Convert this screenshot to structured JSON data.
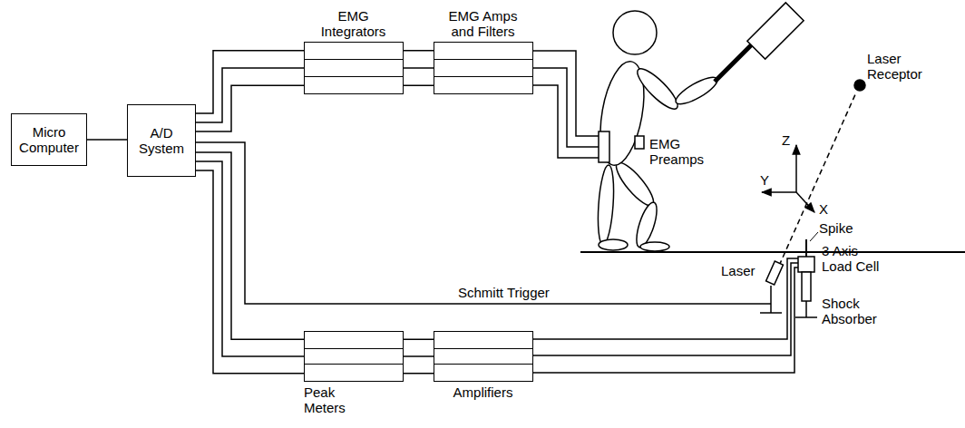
{
  "diagram": {
    "nodes": [
      {
        "text": [
          "Micro Computer"
        ]
      },
      {
        "text": [
          "A/D System"
        ]
      },
      {
        "text": [
          "EMG Integrators"
        ]
      },
      {
        "text": [
          "EMG Amps and Filters"
        ]
      },
      {
        "text": [
          "Peak Meters"
        ]
      },
      {
        "text": [
          "Amplifiers"
        ]
      }
    ],
    "edges": [
      {
        "from": 0,
        "to": 1,
        "arrow": "none"
      },
      {
        "from": 1,
        "to": 2,
        "arrow": "none"
      },
      {
        "from": 2,
        "to": 3,
        "arrow": "none"
      },
      {
        "from": 1,
        "to": 4,
        "arrow": "none"
      },
      {
        "from": 4,
        "to": 5,
        "arrow": "none"
      }
    ],
    "labels": [
      "EMG Preamps",
      "Laser Receptor",
      "Z",
      "Y",
      "X",
      "Spike",
      "Laser",
      "3 Axis Load Cell",
      "Shock Absorber",
      "Schmitt Trigger"
    ]
  }
}
